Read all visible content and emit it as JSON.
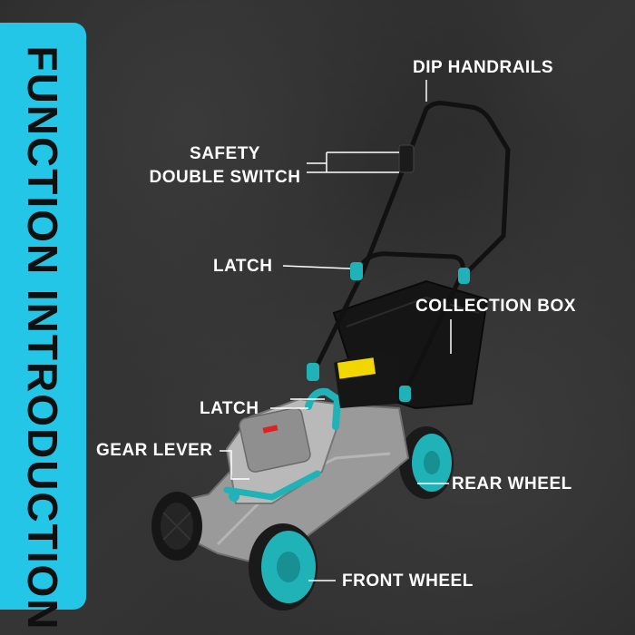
{
  "side_title": "FUNCTION INTRODUCTION",
  "labels": {
    "dip_handrails": "DIP HANDRAILS",
    "safety_line1": "SAFETY",
    "safety_line2": "DOUBLE SWITCH",
    "latch_upper": "LATCH",
    "collection_box": "COLLECTION BOX",
    "latch_lower": "LATCH",
    "gear_lever": "GEAR LEVER",
    "rear_wheel": "REAR WHEEL",
    "front_wheel": "FRONT WHEEL"
  },
  "colors": {
    "accent": "#23c6e6",
    "wheel": "#1fb3b8",
    "deck": "#9a9a9a",
    "background": "#2e2e2e"
  }
}
